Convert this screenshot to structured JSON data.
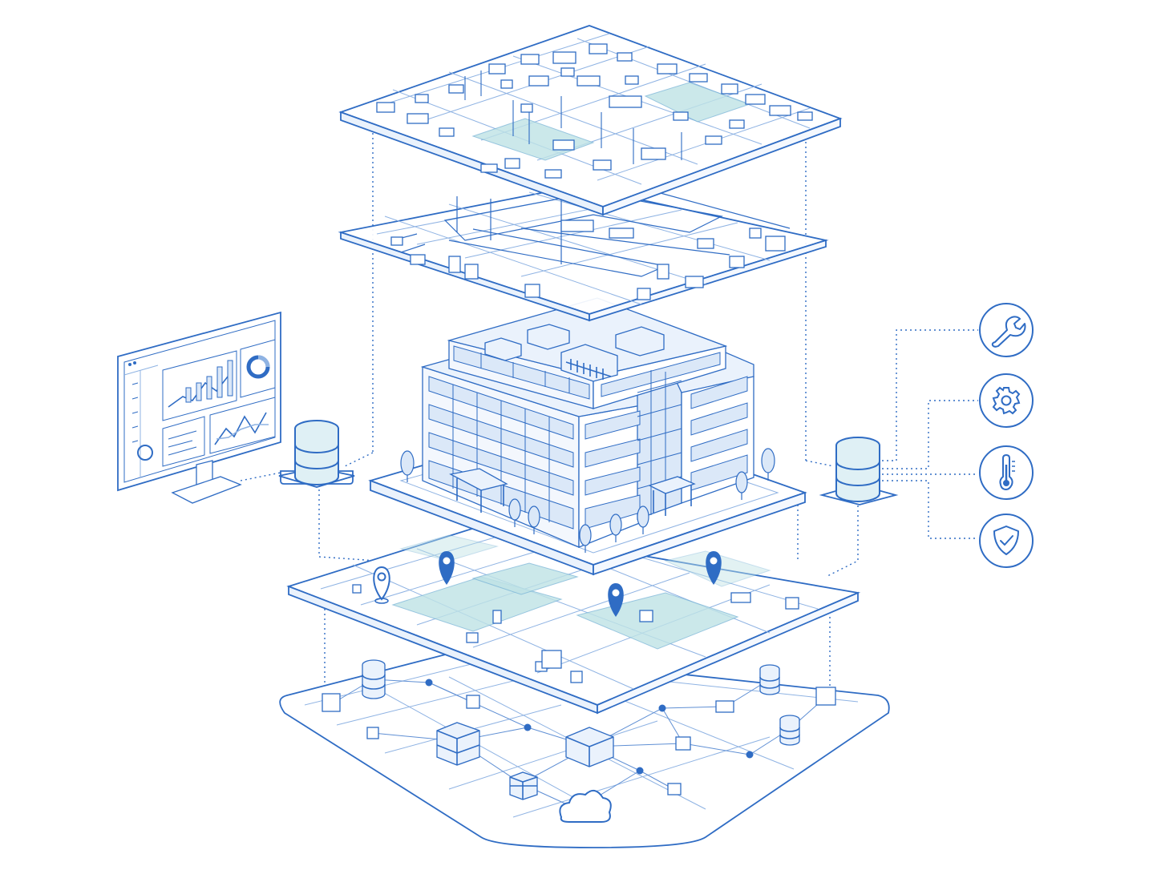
{
  "colors": {
    "background": "#ffffff",
    "line": "#2f6cc4",
    "line_light": "#8fb3e3",
    "fill_light": "#eaf2fc",
    "teal": "#bfe3e6",
    "db_fill": "#dff0f5",
    "marker": "#2f6cc4"
  },
  "layers": [
    {
      "name": "furniture-floor-plan-layer"
    },
    {
      "name": "mechanical-hvac-layer"
    },
    {
      "name": "building-model-layer"
    },
    {
      "name": "site-map-layer"
    },
    {
      "name": "iot-network-layer"
    }
  ],
  "icons": {
    "left_monitor": "dashboard-monitor-icon",
    "left_db": "database-icon",
    "right_db": "database-icon",
    "service_icons": [
      "wrench-icon",
      "gear-icon",
      "thermometer-icon",
      "shield-check-icon"
    ],
    "map_markers": "location-pin-icon",
    "cloud": "cloud-icon"
  }
}
